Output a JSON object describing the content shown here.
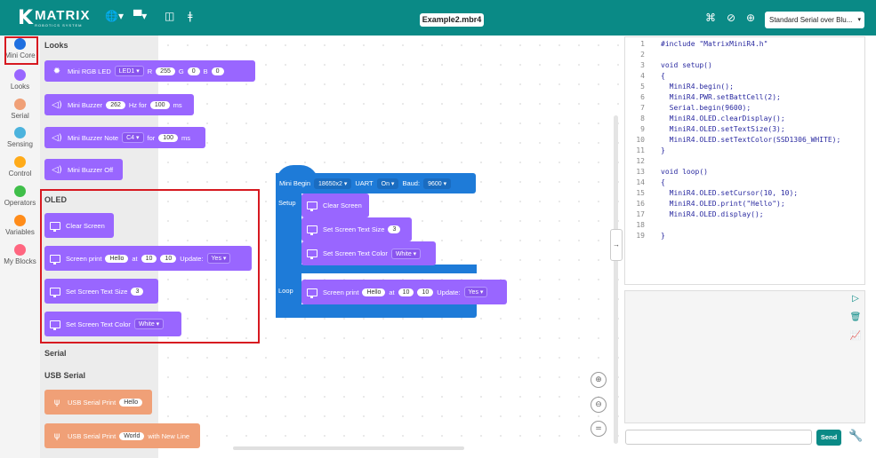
{
  "header": {
    "brand": "MATRIX",
    "brand_sub": "ROBOTICS SYSTEM",
    "file_name": "Example2.mbr4",
    "serial_port": "Standard Serial over Blu..."
  },
  "categories": [
    {
      "label": "Mini Core",
      "color": "#1e6fe0",
      "selected": true
    },
    {
      "label": "Looks",
      "color": "#9966ff"
    },
    {
      "label": "Serial",
      "color": "#f0a077"
    },
    {
      "label": "Sensing",
      "color": "#4cb3dd"
    },
    {
      "label": "Control",
      "color": "#ffab19"
    },
    {
      "label": "Operators",
      "color": "#40bf4a"
    },
    {
      "label": "Variables",
      "color": "#ff8c1a"
    },
    {
      "label": "My Blocks",
      "color": "#ff6680"
    }
  ],
  "palette": {
    "sections": {
      "looks": "Looks",
      "oled": "OLED",
      "serial": "Serial",
      "usb_serial": "USB Serial"
    },
    "looks_blocks": {
      "rgb": {
        "label": "Mini RGB LED",
        "led": "LED1",
        "r_label": "R",
        "r": "255",
        "g_label": "G",
        "g": "0",
        "b_label": "B",
        "b": "0"
      },
      "buzzer": {
        "label": "Mini Buzzer",
        "freq": "262",
        "mid": "Hz for",
        "dur": "100",
        "unit": "ms"
      },
      "buzzer_note": {
        "label": "Mini Buzzer Note",
        "note": "C4",
        "mid": "for",
        "dur": "100",
        "unit": "ms"
      },
      "buzzer_off": {
        "label": "Mini Buzzer Off"
      }
    },
    "oled_blocks": {
      "clear": {
        "label": "Clear Screen"
      },
      "print": {
        "label": "Screen print",
        "text": "Hello",
        "at": "at",
        "x": "10",
        "y": "10",
        "update_label": "Update:",
        "update": "Yes"
      },
      "text_size": {
        "label": "Set Screen Text Size",
        "size": "3"
      },
      "text_color": {
        "label": "Set Screen Text Color",
        "color": "White"
      }
    },
    "usb_blocks": {
      "print": {
        "label": "USB Serial Print",
        "text": "Hello"
      },
      "print_nl": {
        "label": "USB Serial Print",
        "text": "World",
        "suffix": "with New Line"
      }
    }
  },
  "program": {
    "begin": {
      "label": "Mini Begin",
      "battery": "18650x2",
      "uart_label": "UART",
      "uart": "On",
      "baud_label": "Baud:",
      "baud": "9600"
    },
    "setup_label": "Setup",
    "loop_label": "Loop",
    "setup_blocks": {
      "clear": "Clear Screen",
      "size_label": "Set Screen Text Size",
      "size": "3",
      "color_label": "Set Screen Text Color",
      "color": "White"
    },
    "loop_print": {
      "label": "Screen print",
      "text": "Hello",
      "at": "at",
      "x": "10",
      "y": "10",
      "update_label": "Update:",
      "update": "Yes"
    }
  },
  "code_lines": [
    {
      "n": "1",
      "t": "#include \"MatrixMiniR4.h\""
    },
    {
      "n": "2",
      "t": ""
    },
    {
      "n": "3",
      "t": "void setup()"
    },
    {
      "n": "4",
      "t": "{"
    },
    {
      "n": "5",
      "t": "  MiniR4.begin();"
    },
    {
      "n": "6",
      "t": "  MiniR4.PWR.setBattCell(2);"
    },
    {
      "n": "7",
      "t": "  Serial.begin(9600);"
    },
    {
      "n": "8",
      "t": "  MiniR4.OLED.clearDisplay();"
    },
    {
      "n": "9",
      "t": "  MiniR4.OLED.setTextSize(3);"
    },
    {
      "n": "10",
      "t": "  MiniR4.OLED.setTextColor(SSD1306_WHITE);"
    },
    {
      "n": "11",
      "t": "}"
    },
    {
      "n": "12",
      "t": ""
    },
    {
      "n": "13",
      "t": "void loop()"
    },
    {
      "n": "14",
      "t": "{"
    },
    {
      "n": "15",
      "t": "  MiniR4.OLED.setCursor(10, 10);"
    },
    {
      "n": "16",
      "t": "  MiniR4.OLED.print(\"Hello\");"
    },
    {
      "n": "17",
      "t": "  MiniR4.OLED.display();"
    },
    {
      "n": "18",
      "t": ""
    },
    {
      "n": "19",
      "t": "}"
    }
  ],
  "serial_panel": {
    "send_label": "Send",
    "input_value": ""
  }
}
